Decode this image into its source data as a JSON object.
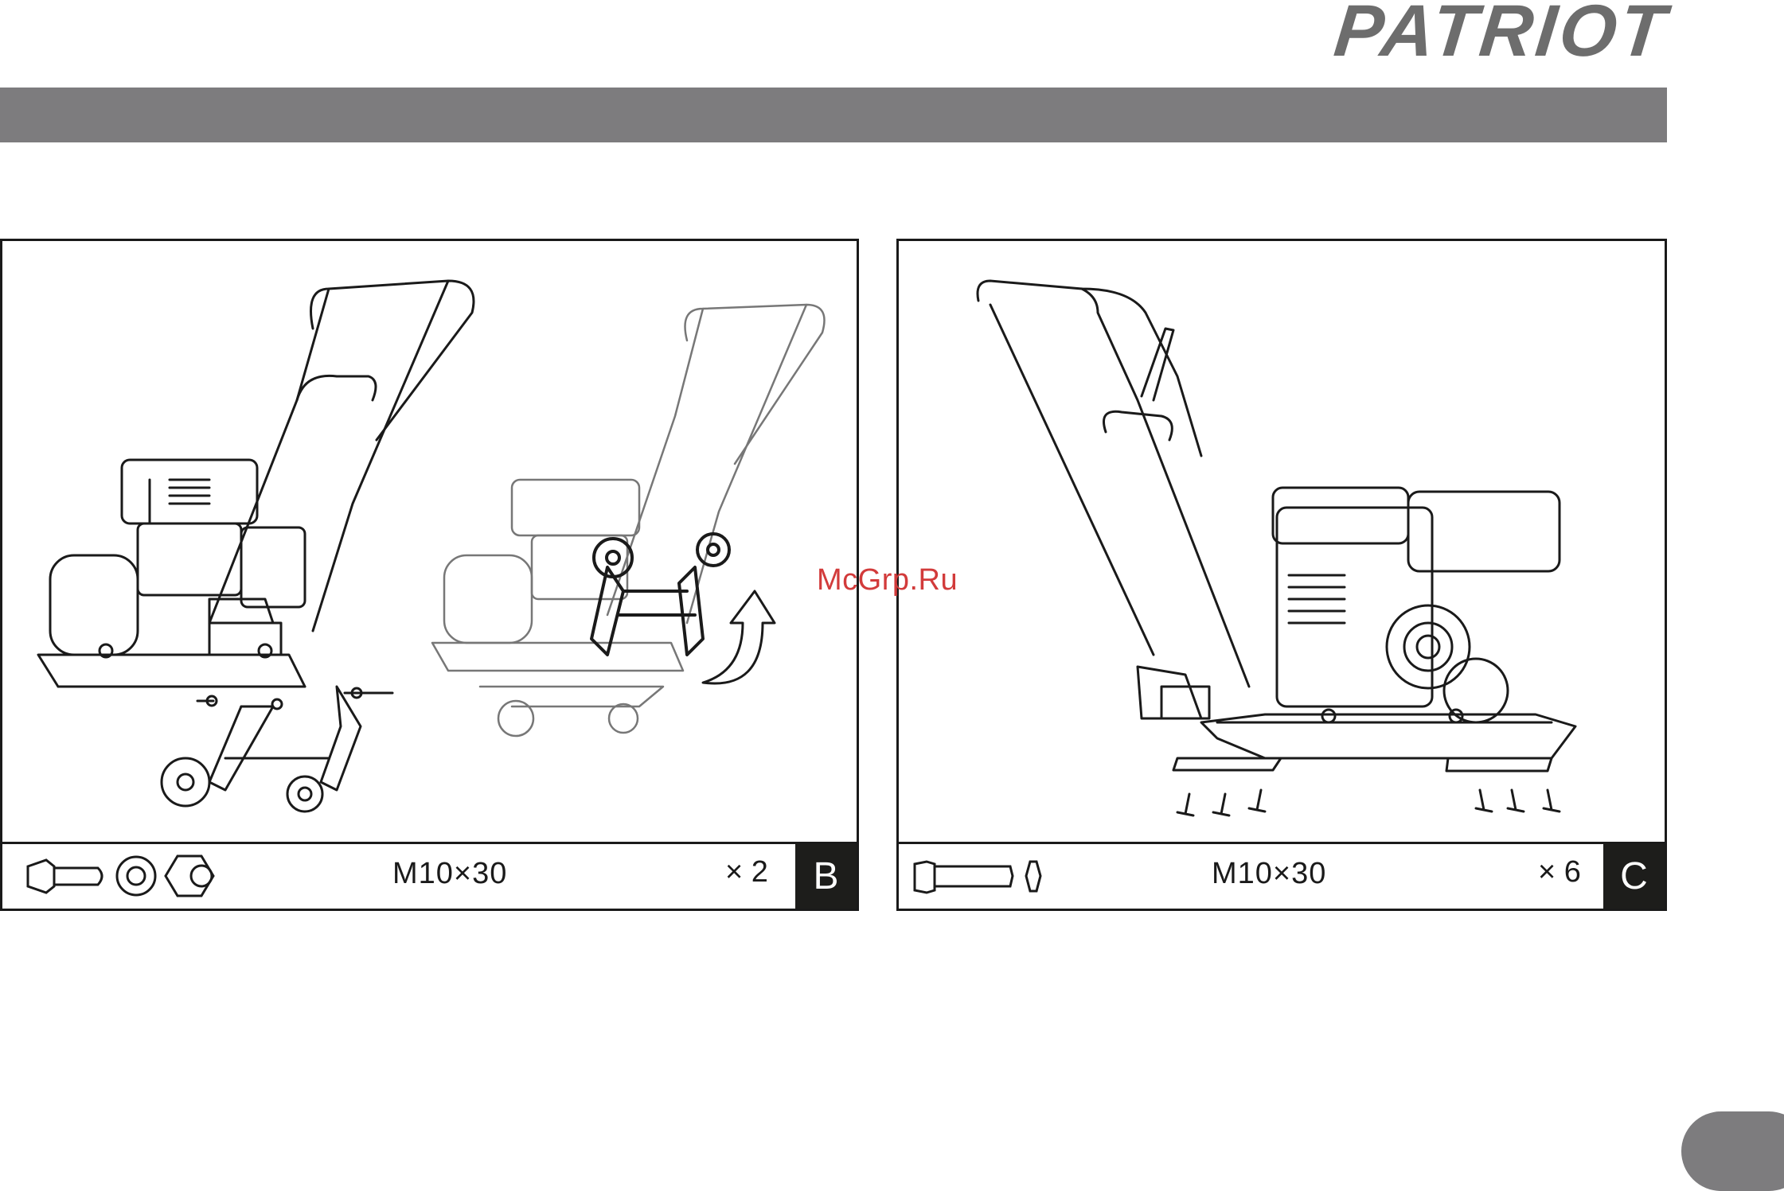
{
  "brand": {
    "name": "PATRIOT"
  },
  "watermark": "McGrp.Ru",
  "panels": [
    {
      "id": "B",
      "step_letter": "B",
      "fastener_spec": "M10×30",
      "quantity": "× 2"
    },
    {
      "id": "C",
      "step_letter": "C",
      "fastener_spec": "M10×30",
      "quantity": "× 6"
    }
  ],
  "colors": {
    "band": "#7d7c7e",
    "ink": "#1a1a1a",
    "watermark": "#d23b3b"
  }
}
